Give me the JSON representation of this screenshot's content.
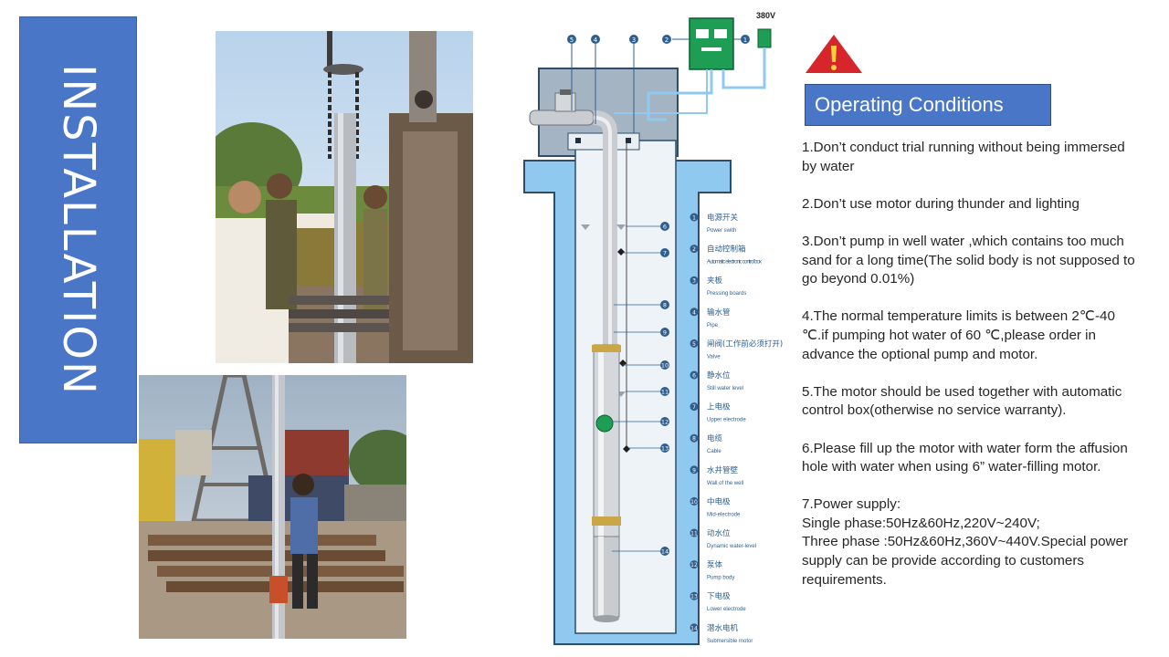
{
  "banner": {
    "title": "INSTALLATION"
  },
  "diagram": {
    "supply_voltage": "380V",
    "top_callouts": [
      "5",
      "4",
      "3",
      "2",
      "1"
    ],
    "side_callouts": [
      "6",
      "7",
      "8",
      "9",
      "10",
      "11",
      "12",
      "13",
      "14"
    ],
    "legend": [
      {
        "num": "1",
        "zh": "电源开关",
        "en": "Power swith"
      },
      {
        "num": "2",
        "zh": "自动控制箱",
        "en": "Automatic electronic control box"
      },
      {
        "num": "3",
        "zh": "夹板",
        "en": "Pressing boards"
      },
      {
        "num": "4",
        "zh": "输水管",
        "en": "Pipe"
      },
      {
        "num": "5",
        "zh": "闸阀(工作前必须打开)",
        "en": "Valve"
      },
      {
        "num": "6",
        "zh": "静水位",
        "en": "Still water level"
      },
      {
        "num": "7",
        "zh": "上电极",
        "en": "Upper electrode"
      },
      {
        "num": "8",
        "zh": "电缆",
        "en": "Cable"
      },
      {
        "num": "9",
        "zh": "水井管壁",
        "en": "Wall of the well"
      },
      {
        "num": "10",
        "zh": "中电极",
        "en": "Mid-electrode"
      },
      {
        "num": "11",
        "zh": "动水位",
        "en": "Dynamic water-level"
      },
      {
        "num": "12",
        "zh": "泵体",
        "en": "Pump body"
      },
      {
        "num": "13",
        "zh": "下电极",
        "en": "Lower electrode"
      },
      {
        "num": "14",
        "zh": "潜水电机",
        "en": "Submersible motor"
      }
    ]
  },
  "operating": {
    "title": "Operating Conditions",
    "conditions": [
      "1.Don’t conduct trial running without being immersed by water",
      "2.Don’t use motor during thunder and lighting",
      "3.Don’t pump in well water ,which contains too much sand for a long time(The solid body is not supposed to go beyond 0.01%)",
      "4.The normal temperature limits is between 2℃-40 ℃.if pumping hot water of 60 ℃,please order in advance the optional pump and motor.",
      "5.The motor should be used together with automatic control box(otherwise no service warranty).",
      "6.Please fill up the motor with water form the affusion hole with water when using 6” water-filling motor.",
      "7.Power supply:\nSingle phase:50Hz&60Hz,220V~240V;\nThree phase :50Hz&60Hz,360V~440V.Special power supply can be provide according to customers requirements."
    ]
  },
  "colors": {
    "banner": "#4a76c8",
    "water": "#8fc9f0",
    "concrete": "#a5b4c2",
    "control_box": "#1e9e55",
    "warning": "#d7262b"
  }
}
